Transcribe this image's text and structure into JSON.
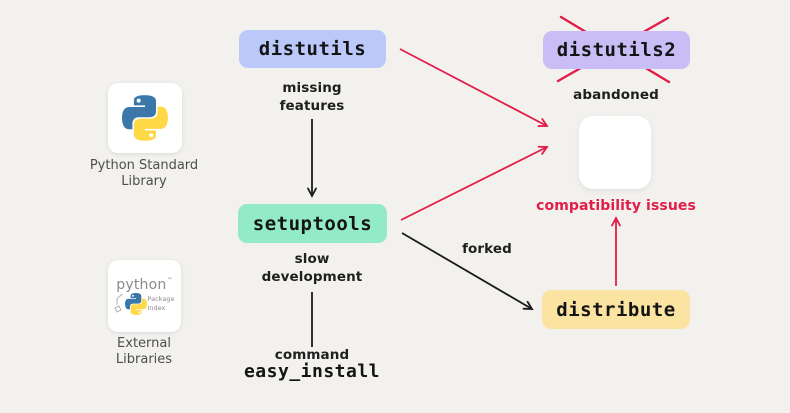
{
  "nodes": {
    "distutils": {
      "label": "distutils",
      "color": "#bac9f9"
    },
    "distutils2": {
      "label": "distutils2",
      "color": "#c9bdf5"
    },
    "setuptools": {
      "label": "setuptools",
      "color": "#92eac6"
    },
    "distribute": {
      "label": "distribute",
      "color": "#fbe3a2"
    }
  },
  "annotations": {
    "missing_features": "missing features",
    "abandoned": "abandoned",
    "compatibility_issues": "compatibility issues",
    "slow_development": "slow development",
    "forked": "forked",
    "command": "command",
    "easy_install": "easy_install"
  },
  "cards": {
    "standard_library": {
      "label": "Python Standard Library",
      "icon": "python-logo"
    },
    "external_libraries": {
      "label": "External Libraries",
      "icon": "pypi-logo"
    }
  },
  "pypi_logo": {
    "wordmark": "python",
    "trademark": "™",
    "subtitle": "Package Index"
  },
  "colors": {
    "background": "#f2f1ee",
    "arrow_black": "#1b1b1b",
    "arrow_red": "#e11d48",
    "node_text": "#141414",
    "annotation_text": "#1f1f1f",
    "card_label_text": "#4d4d4d",
    "card_background": "#ffffff",
    "python_blue": "#3b77a8",
    "python_yellow": "#ffd845"
  }
}
